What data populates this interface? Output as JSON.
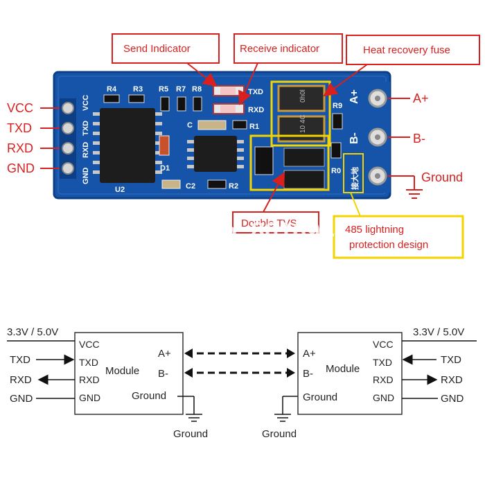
{
  "colors": {
    "pcb": "#1554a8",
    "pcb_dark": "#0d3f86",
    "callout_red": "#d8201e",
    "highlight_yellow": "#f2d400"
  },
  "board": {
    "left_pins": [
      "VCC",
      "TXD",
      "RXD",
      "GND"
    ],
    "left_silk": [
      "VCC",
      "TXD",
      "RXD",
      "GND"
    ],
    "right_pins": [
      "A+",
      "B-",
      "Ground"
    ],
    "right_silk": [
      "A+",
      "B-"
    ],
    "silk_refs": {
      "r4": "R4",
      "r3": "R3",
      "r5": "R5",
      "r7": "R7",
      "r8": "R8",
      "u2": "U2",
      "d1": "D1",
      "c1": "C",
      "c2": "C2",
      "r1": "R1",
      "r2": "R2",
      "r9": "R9",
      "r0": "R0",
      "txd": "TXD",
      "rxd": "RXD",
      "fuse1": "0h0l",
      "fuse2": "10 4C",
      "ground_cn": "接大地"
    }
  },
  "callouts": {
    "send": "Send Indicator",
    "receive": "Receive indicator",
    "fuse": "Heat recovery fuse",
    "tvs": "Double TVS",
    "lightning": "485 lightning protection design"
  },
  "watermark": "Store No. 801694",
  "wiring": {
    "left_module": {
      "supply": "3.3V / 5.0V",
      "pins_left": [
        "VCC",
        "TXD",
        "RXD",
        "GND"
      ],
      "pins_right": [
        "A+",
        "B-",
        "Ground"
      ],
      "name": "Module",
      "signals": [
        "TXD",
        "RXD",
        "GND"
      ],
      "ground_label": "Ground"
    },
    "right_module": {
      "supply": "3.3V / 5.0V",
      "pins_right": [
        "VCC",
        "TXD",
        "RXD",
        "GND"
      ],
      "pins_left": [
        "A+",
        "B-",
        "Ground"
      ],
      "name": "Module",
      "signals": [
        "TXD",
        "RXD",
        "GND"
      ],
      "ground_label": "Ground"
    }
  }
}
